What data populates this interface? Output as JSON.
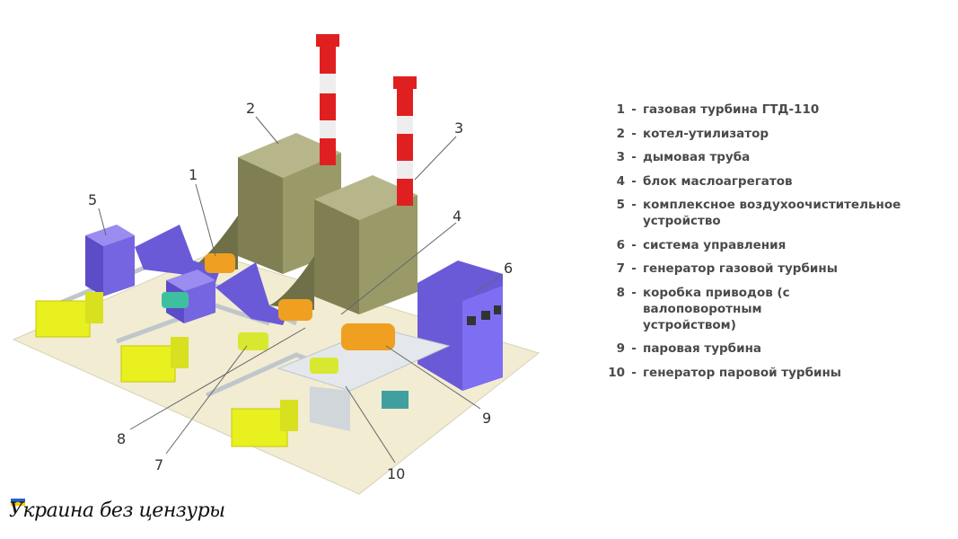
{
  "diagram": {
    "callouts": [
      "1",
      "2",
      "3",
      "4",
      "5",
      "6",
      "7",
      "8",
      "9",
      "10"
    ]
  },
  "legend": {
    "items": [
      {
        "num": "1",
        "sep": "-",
        "text": "газовая турбина ГТД-110"
      },
      {
        "num": "2",
        "sep": "-",
        "text": "котел-утилизатор"
      },
      {
        "num": "3",
        "sep": "-",
        "text": "дымовая труба"
      },
      {
        "num": "4",
        "sep": "-",
        "text": "блок маслоагрегатов"
      },
      {
        "num": "5",
        "sep": "-",
        "text": "комплексное воздухоочистительное устройство"
      },
      {
        "num": "6",
        "sep": "-",
        "text": "система управления"
      },
      {
        "num": "7",
        "sep": "-",
        "text": "генератор газовой турбины"
      },
      {
        "num": "8",
        "sep": "-",
        "text": "коробка приводов (с валоповоротным устройством)"
      },
      {
        "num": "9",
        "sep": "-",
        "text": "паровая турбина"
      },
      {
        "num": "10",
        "sep": "-",
        "text": "генератор паровой турбины"
      }
    ]
  },
  "watermark": {
    "text": "Украина без цензуры"
  },
  "colors": {
    "stack_red": "#e02020",
    "boiler": "#8a8a5a",
    "filter": "#6a5ad8",
    "transformer": "#e8f020",
    "control_building": "#7a6af0",
    "turbine": "#f0a020"
  }
}
